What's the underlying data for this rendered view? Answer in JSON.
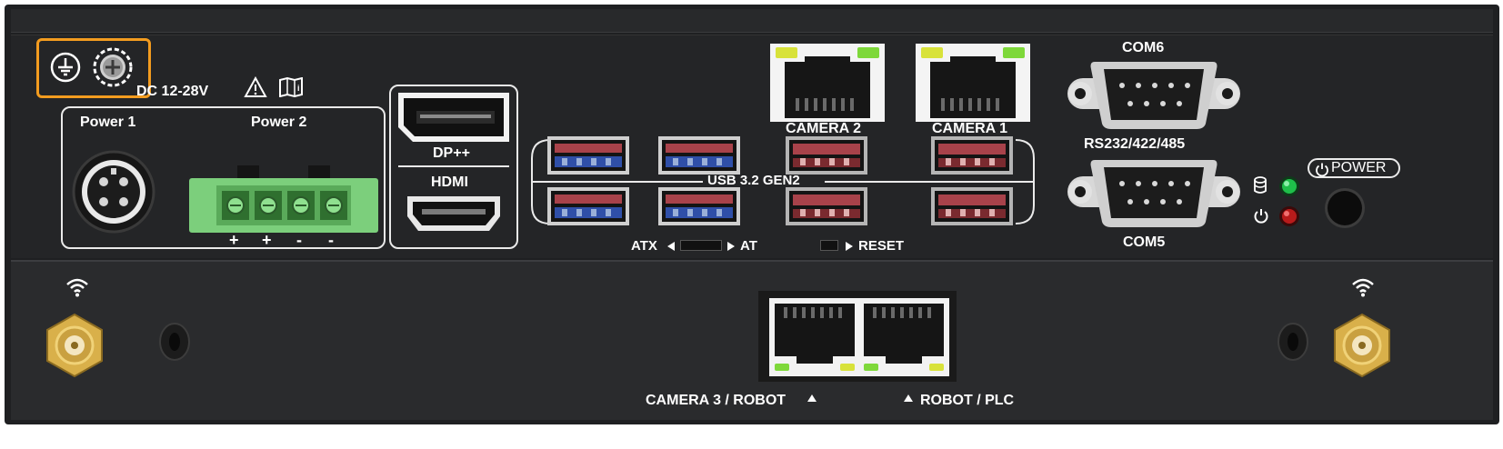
{
  "colors": {
    "chassis": "#252628",
    "panel_top": "#232426",
    "panel_bottom": "#2b2c2e",
    "label_white": "#ffffff",
    "highlight_orange": "#f39c1f",
    "terminal_green": "#7ccf7c",
    "usb_blue": "#2f4fa8",
    "usb_red": "#a8424a",
    "led_green": "#1fbf4a",
    "led_red": "#b81b1b",
    "antenna_gold": "#d9b04a"
  },
  "labels": {
    "dc_input": "DC 12-28V",
    "power1": "Power 1",
    "power2": "Power 2",
    "plus": "+",
    "minus": "-",
    "dp": "DP++",
    "hdmi": "HDMI",
    "camera2": "CAMERA 2",
    "camera1": "CAMERA 1",
    "usb": "USB 3.2 GEN2",
    "atx": "ATX",
    "at": "AT",
    "reset": "RESET",
    "com6": "COM6",
    "rs": "RS232/422/485",
    "com5": "COM5",
    "power_button": "POWER",
    "camera3": "CAMERA 3 / ROBOT",
    "robot_plc": "ROBOT / PLC"
  },
  "icons": {
    "ground": "ground-icon",
    "screw": "ground-screw-icon",
    "warning": "warning-icon",
    "manual": "manual-icon",
    "wifi_left": "wifi-icon",
    "wifi_right": "wifi-icon",
    "storage": "storage-icon",
    "power_led": "power-icon",
    "power_symbol": "power-icon",
    "triangle_up": "triangle-up-icon",
    "triangle_left": "triangle-left-icon",
    "triangle_right": "triangle-right-icon"
  }
}
